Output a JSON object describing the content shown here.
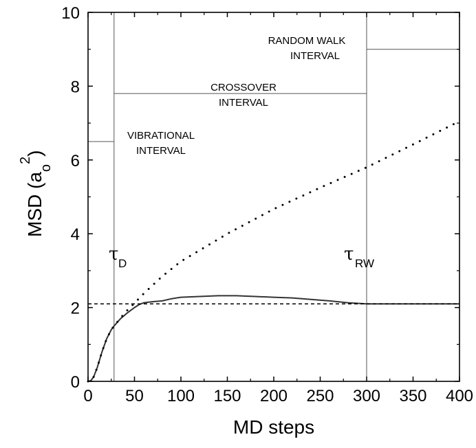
{
  "chart_data": {
    "type": "line",
    "xlabel": "MD steps",
    "ylabel": {
      "main": "MSD (a",
      "sub": "o",
      "sup": "2",
      "close": ")"
    },
    "xlim": [
      0,
      400
    ],
    "ylim": [
      0,
      10
    ],
    "xticks": [
      0,
      50,
      100,
      150,
      200,
      250,
      300,
      350,
      400
    ],
    "yticks": [
      0,
      2,
      4,
      6,
      8,
      10
    ],
    "grid": false,
    "series": [
      {
        "style": "solid",
        "x": [
          0,
          3,
          6,
          10,
          15,
          20,
          25,
          28,
          35,
          42,
          50,
          55,
          60,
          70,
          80,
          90,
          100,
          120,
          140,
          160,
          180,
          200,
          220,
          240,
          260,
          280,
          300,
          320,
          340,
          360,
          380,
          400
        ],
        "y": [
          0,
          0.02,
          0.12,
          0.38,
          0.8,
          1.15,
          1.4,
          1.5,
          1.7,
          1.85,
          2.0,
          2.08,
          2.13,
          2.16,
          2.18,
          2.24,
          2.28,
          2.3,
          2.32,
          2.32,
          2.3,
          2.28,
          2.26,
          2.22,
          2.18,
          2.13,
          2.1,
          2.1,
          2.1,
          2.1,
          2.1,
          2.1
        ]
      },
      {
        "style": "dotted",
        "x": [
          0,
          3,
          6,
          10,
          15,
          20,
          25,
          28,
          35,
          42,
          50,
          60,
          80,
          100,
          150,
          200,
          250,
          300,
          350,
          400
        ],
        "y": [
          0,
          0.02,
          0.12,
          0.38,
          0.8,
          1.15,
          1.4,
          1.5,
          1.72,
          1.92,
          2.12,
          2.38,
          2.85,
          3.25,
          4.0,
          4.67,
          5.25,
          5.8,
          6.42,
          7.05
        ]
      },
      {
        "style": "dashed",
        "x": [
          0,
          400
        ],
        "y": [
          2.1,
          2.1
        ]
      }
    ],
    "vlines": [
      28,
      300
    ],
    "hsegments": [
      {
        "x": [
          0,
          28
        ],
        "y": 6.5
      },
      {
        "x": [
          28,
          300
        ],
        "y": 7.8
      },
      {
        "x": [
          300,
          400
        ],
        "y": 9.0
      }
    ],
    "annotations": {
      "random_walk_1": "RANDOM  WALK",
      "random_walk_2": "INTERVAL",
      "crossover_1": "CROSSOVER",
      "crossover_2": "INTERVAL",
      "vibrational_1": "VIBRATIONAL",
      "vibrational_2": "INTERVAL",
      "tau_d_symbol": "τ",
      "tau_d_sub": "D",
      "tau_rw_symbol": "τ",
      "tau_rw_sub": "RW"
    }
  }
}
